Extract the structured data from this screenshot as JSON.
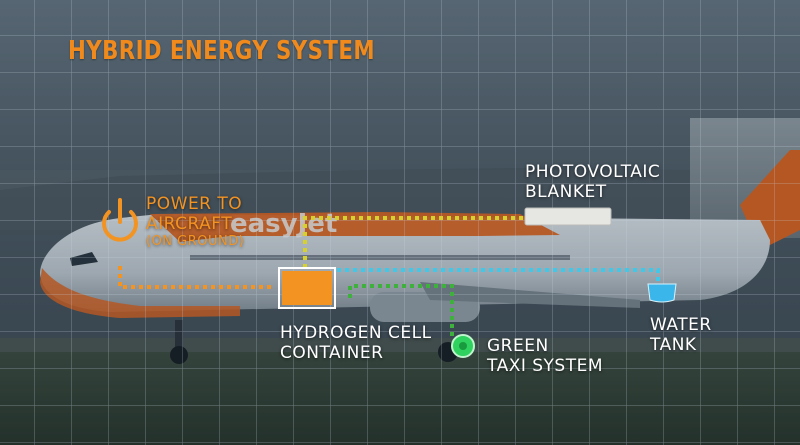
{
  "title": "HYBRID ENERGY SYSTEM",
  "labels": {
    "power_line1": "POWER TO",
    "power_line2": "AIRCRAFT",
    "power_line3": "(ON GROUND)",
    "photovoltaic_line1": "PHOTOVOLTAIC",
    "photovoltaic_line2": "BLANKET",
    "hydrogen_line1": "HYDROGEN CELL",
    "hydrogen_line2": "CONTAINER",
    "green_taxi_line1": "GREEN",
    "green_taxi_line2": "TAXI SYSTEM",
    "water_line1": "WATER",
    "water_line2": "TANK",
    "livery_text": "easyJet"
  },
  "icons": {
    "power": "power-icon",
    "photovoltaic": "solar-blanket-icon",
    "hydrogen": "hydrogen-container-icon",
    "green_taxi": "green-taxi-icon",
    "water": "water-tank-icon"
  },
  "colors": {
    "accent_orange": "#f39321",
    "title_orange": "#f08a1c",
    "link_yellow": "#d7d12e",
    "link_green": "#3db13b",
    "link_cyan": "#41c7e8",
    "water_blue": "#3ab6ea",
    "taxi_green": "#2fd15f",
    "aircraft_orange": "#e8651a",
    "grid": "#b9c8d4"
  }
}
